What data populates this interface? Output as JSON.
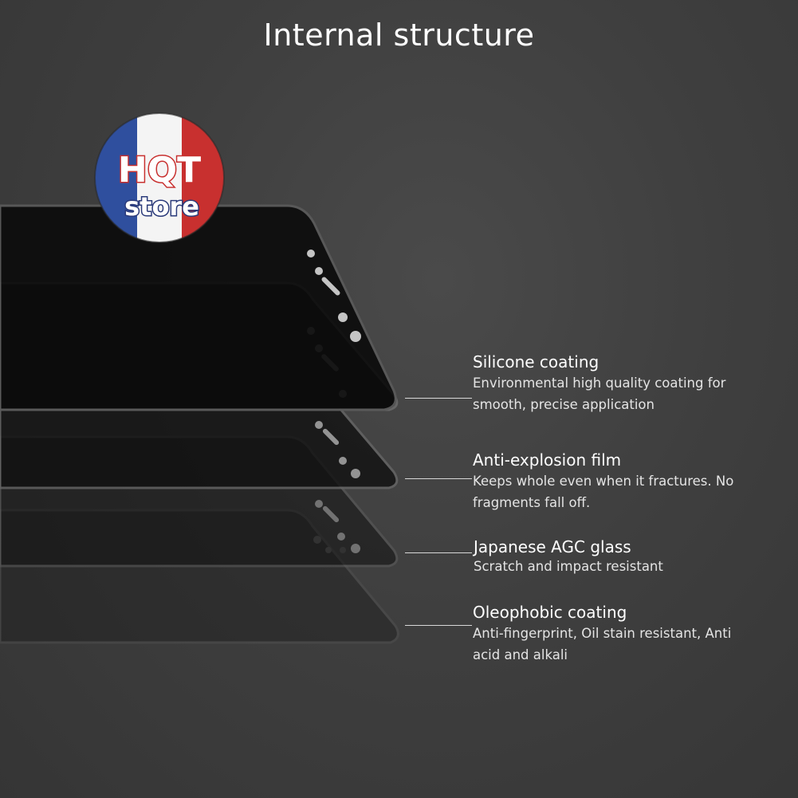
{
  "title": "Internal structure",
  "logo": {
    "text_line1": "HQT",
    "text_line2": "store",
    "colors": {
      "blue": "#2f4f9e",
      "white": "#f4f4f4",
      "red": "#c8302f",
      "text_fill": "#ffffff",
      "text_stroke": "#2a3a7a"
    }
  },
  "layers": [
    {
      "title": "Silicone coating",
      "description": "Environmental high quality coating for smooth, precise application"
    },
    {
      "title": "Anti-explosion film",
      "description": "Keeps whole even when it fractures. No fragments fall off."
    },
    {
      "title": "Japanese AGC glass",
      "description": "Scratch and impact resistant"
    },
    {
      "title": "Oleophobic coating",
      "description": "Anti-fingerprint, Oil stain resistant, Anti acid and alkali"
    }
  ],
  "colors": {
    "background": "#3f3f3f",
    "glass_fill": "#111111",
    "text": "#ffffff",
    "leader_line": "#d8d8d8"
  }
}
